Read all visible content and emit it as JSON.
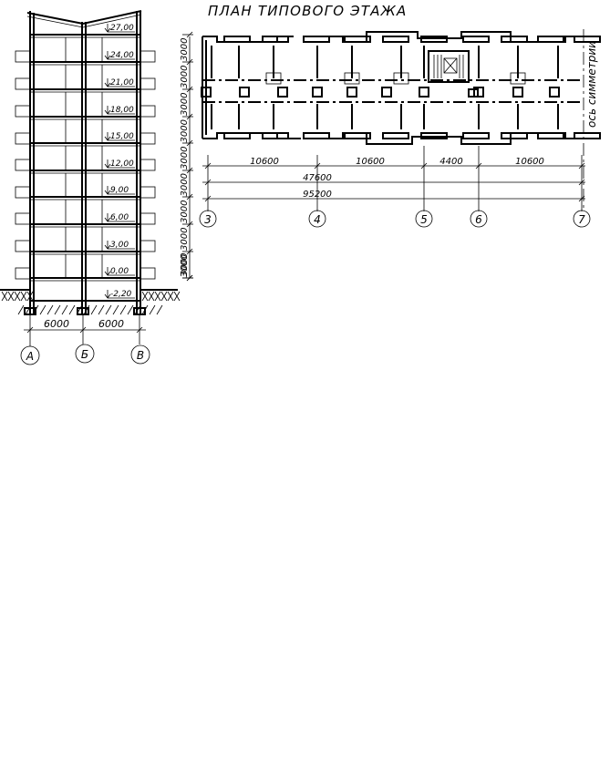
{
  "plan_title": "ПЛАН ТИПОВОГО ЭТАЖА",
  "symmetry_label": "ось симметрии",
  "section": {
    "elevations": [
      "27,00",
      "24,00",
      "21,00",
      "18,00",
      "15,00",
      "12,00",
      "9,00",
      "6,00",
      "3,00",
      "0,00",
      "-2,20"
    ],
    "floor_heights": [
      "3000",
      "3000",
      "3000",
      "3000",
      "3000",
      "3000",
      "3000",
      "3000",
      "3000",
      "3000"
    ],
    "spans": [
      "6000",
      "6000"
    ],
    "axes": [
      "А",
      "Б",
      "В"
    ]
  },
  "plan": {
    "spans": [
      "10600",
      "10600",
      "4400",
      "10600"
    ],
    "overall": [
      "47600",
      "95200"
    ],
    "axes": [
      "3",
      "4",
      "5",
      "6",
      "7"
    ]
  }
}
